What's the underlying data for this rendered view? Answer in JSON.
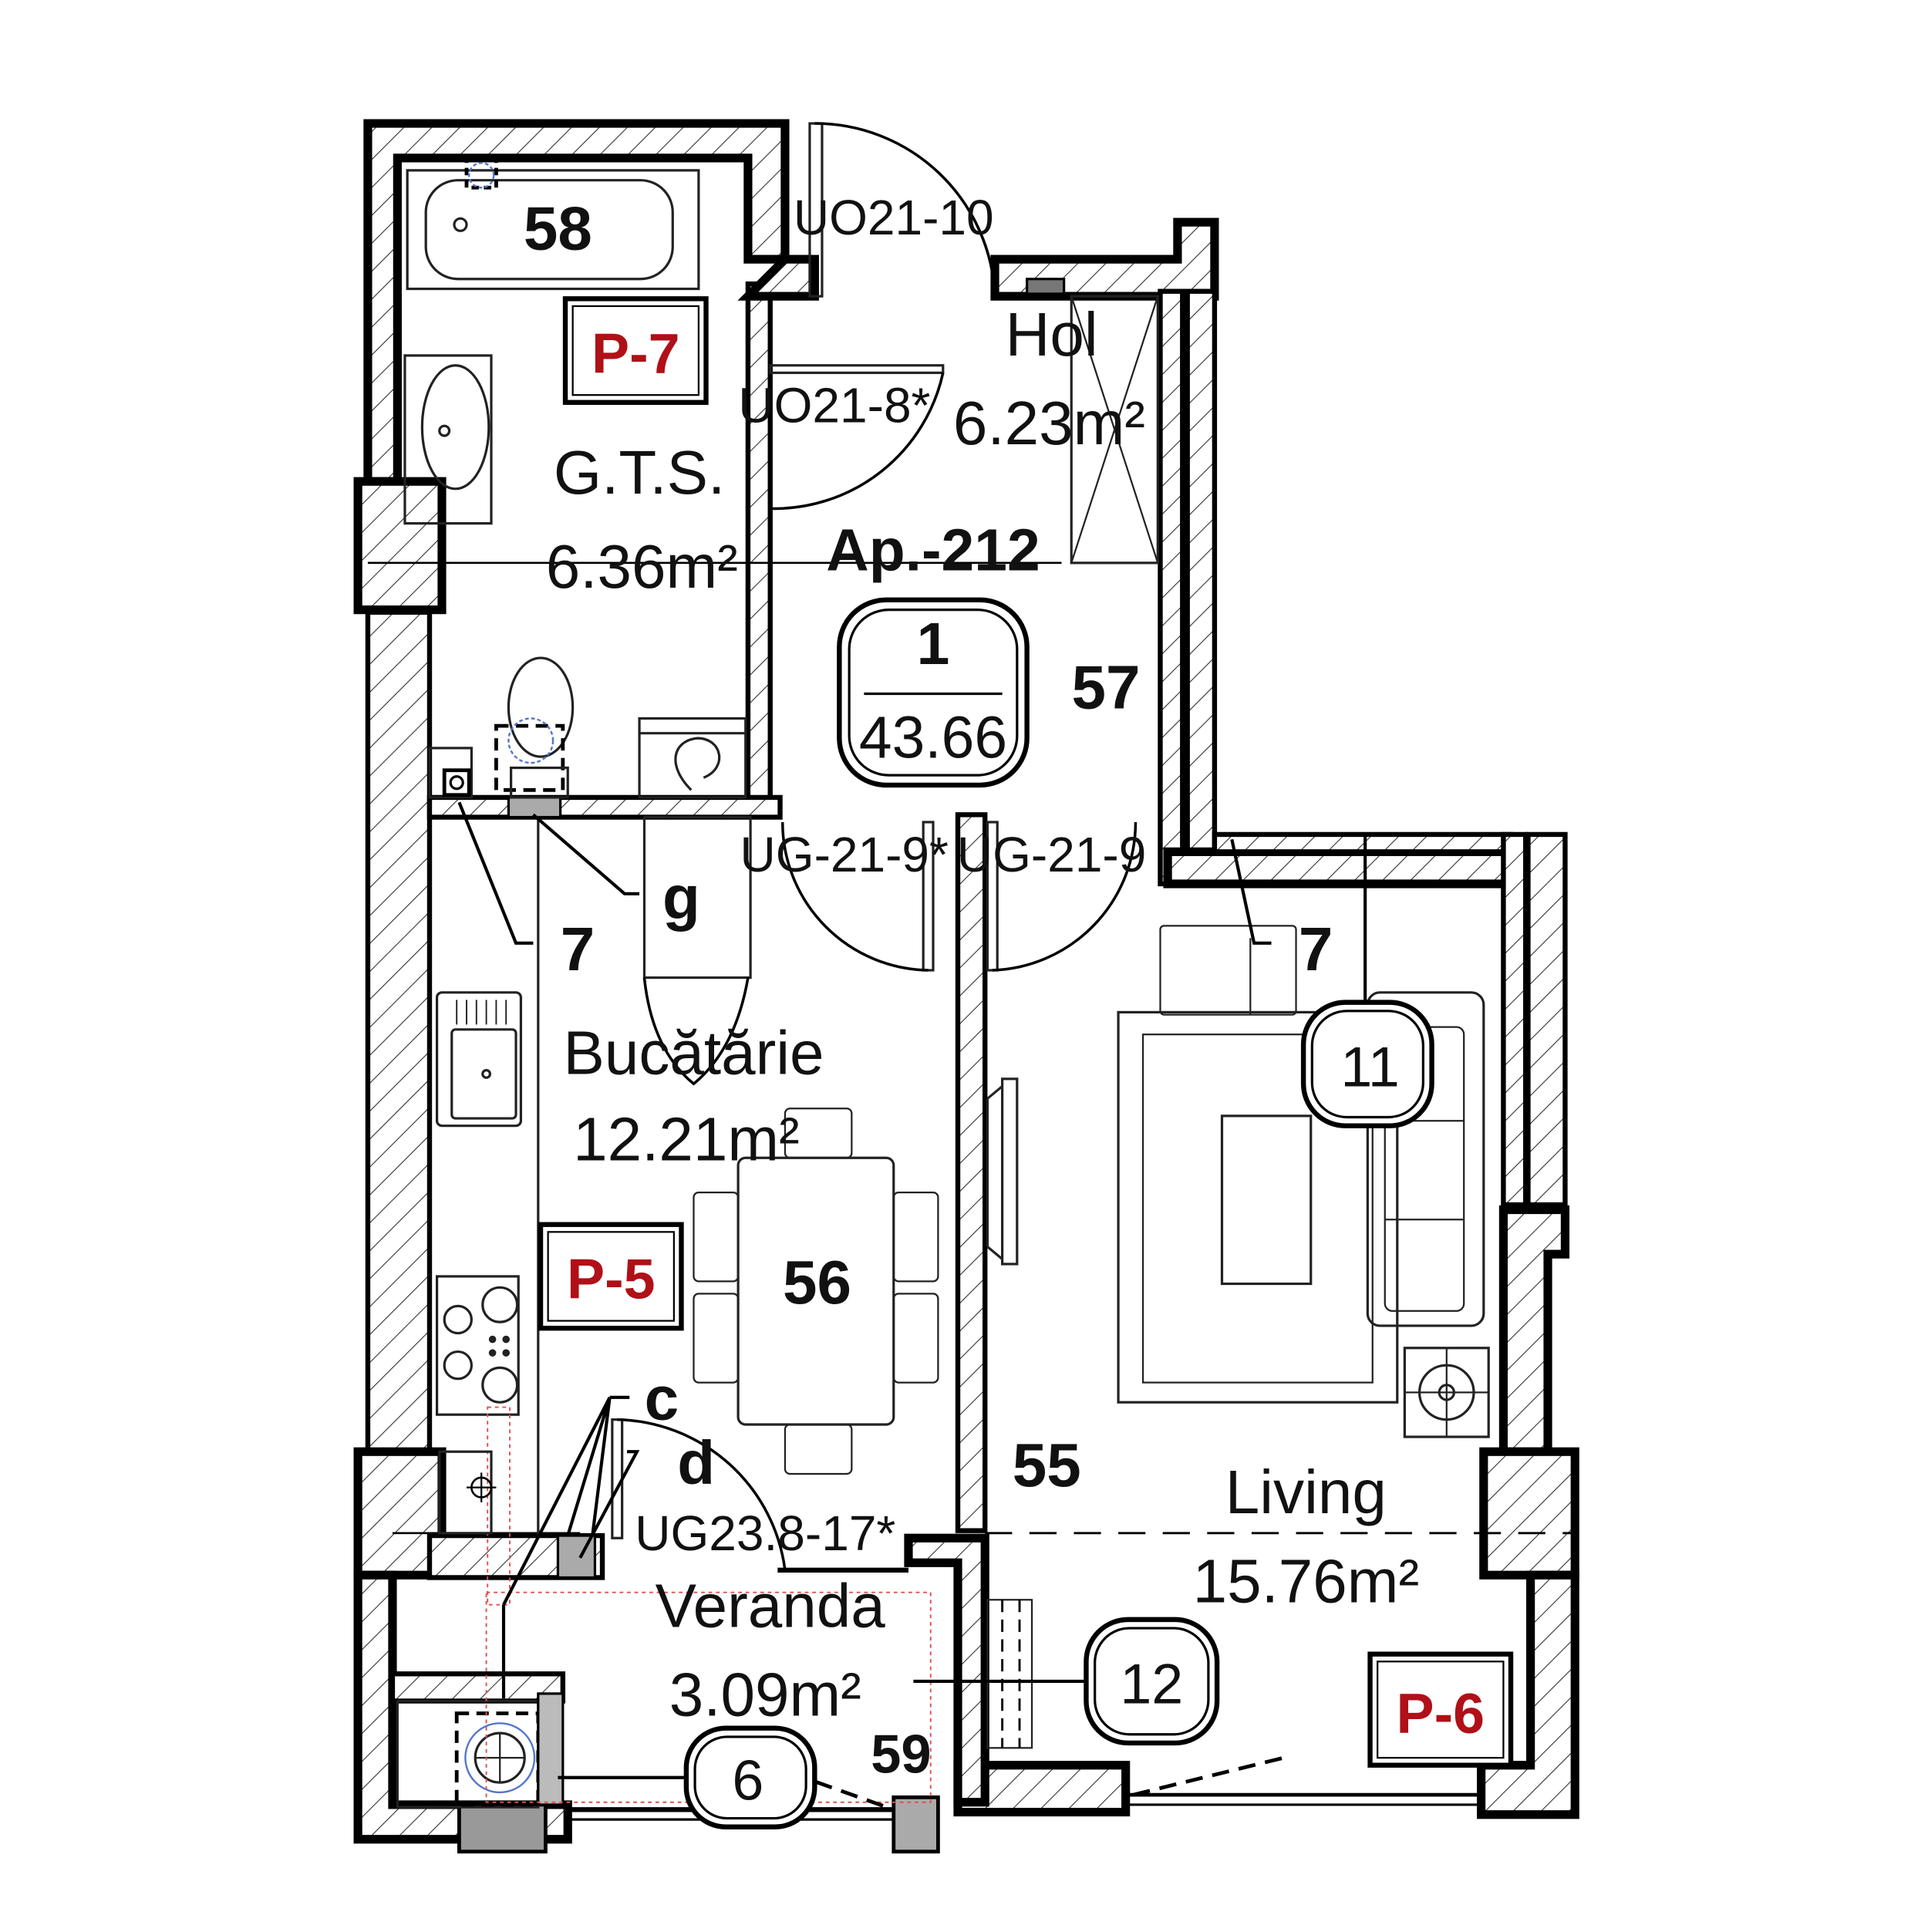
{
  "apartment": {
    "label": "Ap.-212",
    "unit_number": "1",
    "total_area": "43.66"
  },
  "rooms": [
    {
      "id": "bathroom",
      "name": "G.T.S.",
      "area": "6.36m²",
      "number": "58",
      "panel": "P-7"
    },
    {
      "id": "hall",
      "name": "Hol",
      "area": "6.23m²",
      "number": "57"
    },
    {
      "id": "kitchen",
      "name": "Bucătărie",
      "area": "12.21m²",
      "number": "56",
      "panel": "P-5"
    },
    {
      "id": "living",
      "name": "Living",
      "area": "15.76m²",
      "number": "55",
      "panel": "P-6"
    },
    {
      "id": "veranda",
      "name": "Veranda",
      "area": "3.09m²",
      "number": "59"
    }
  ],
  "doors": {
    "entrance": "UO21-10",
    "bathroom": "UO21-8*",
    "kitchen": "UG-21-9*",
    "living": "UG-21-9",
    "veranda": "UG23.8-17*"
  },
  "annotations": {
    "leader_7_kitchen": "7",
    "leader_7_living": "7",
    "leader_g": "g",
    "leader_c": "c",
    "leader_d": "d"
  },
  "bubbles": {
    "veranda_item": "6",
    "living_sofa": "11",
    "living_door": "12"
  },
  "colors": {
    "panel_text": "#b01018",
    "lines": "#000000",
    "hatch": "#333333",
    "marker_red": "#e05050",
    "fixture_blue": "#5577cc"
  }
}
